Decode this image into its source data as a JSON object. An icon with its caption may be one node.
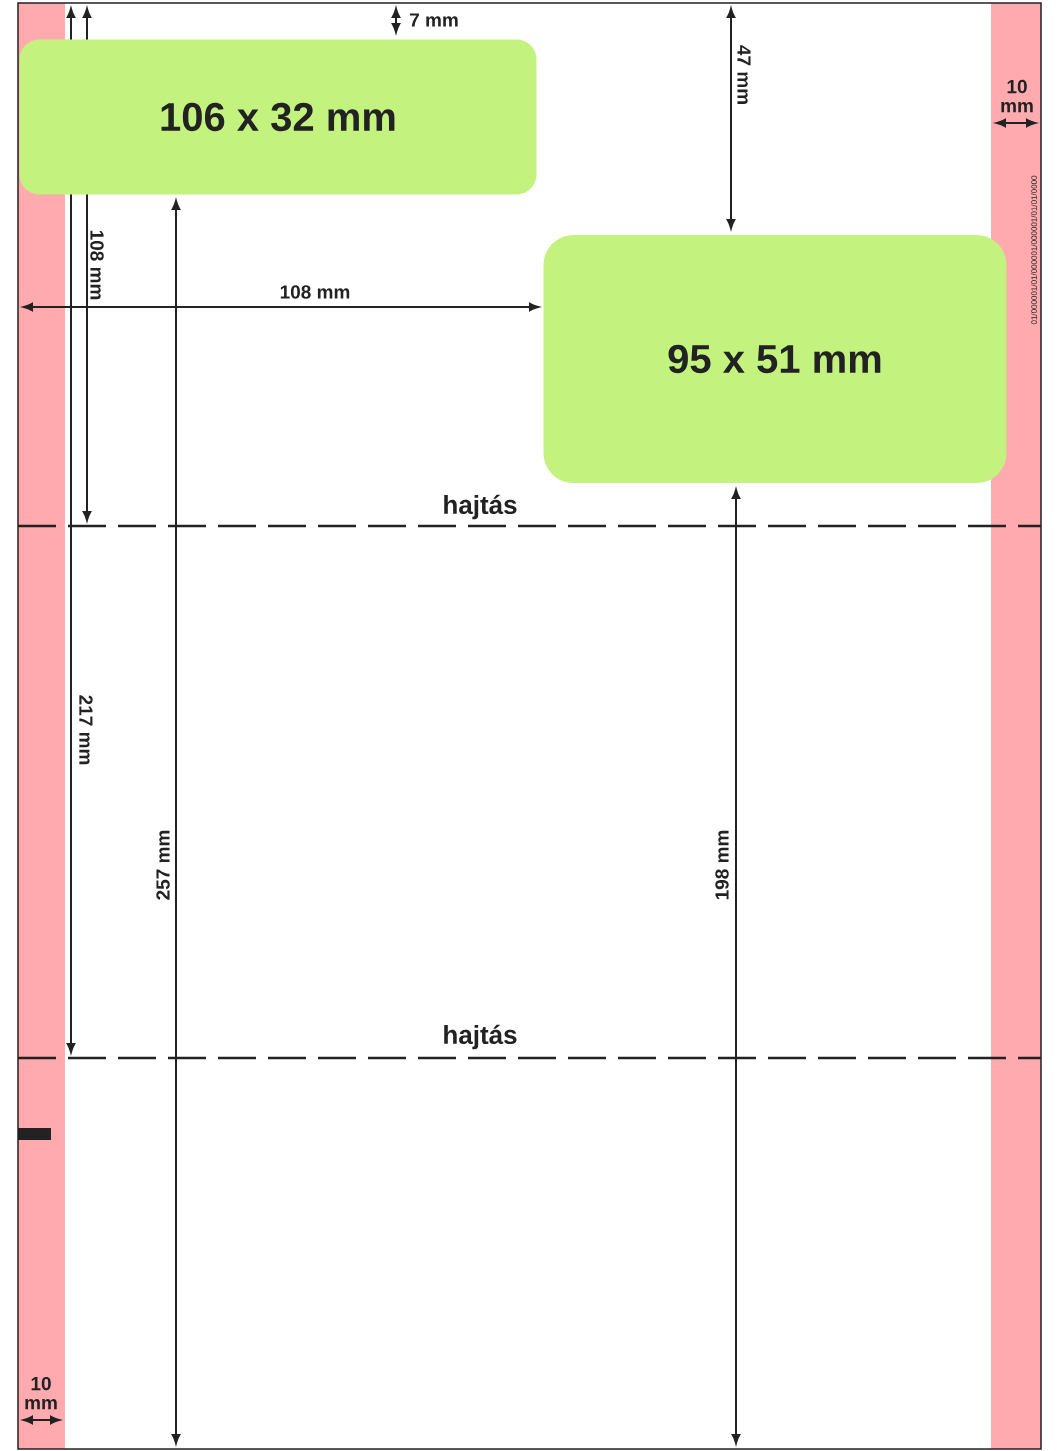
{
  "diagram": {
    "nodes": [
      {
        "text": [
          "106 x 32 mm"
        ]
      },
      {
        "text": [
          "95 x 51 mm"
        ]
      }
    ],
    "labels": [
      "7 mm",
      "47 mm",
      "10 mm",
      "01/000001/01/000001/000001/01/01/0000",
      "108 mm",
      "108 mm",
      "hajtás",
      "217 mm",
      "257 mm",
      "198 mm",
      "hajtás",
      "10 mm"
    ]
  }
}
